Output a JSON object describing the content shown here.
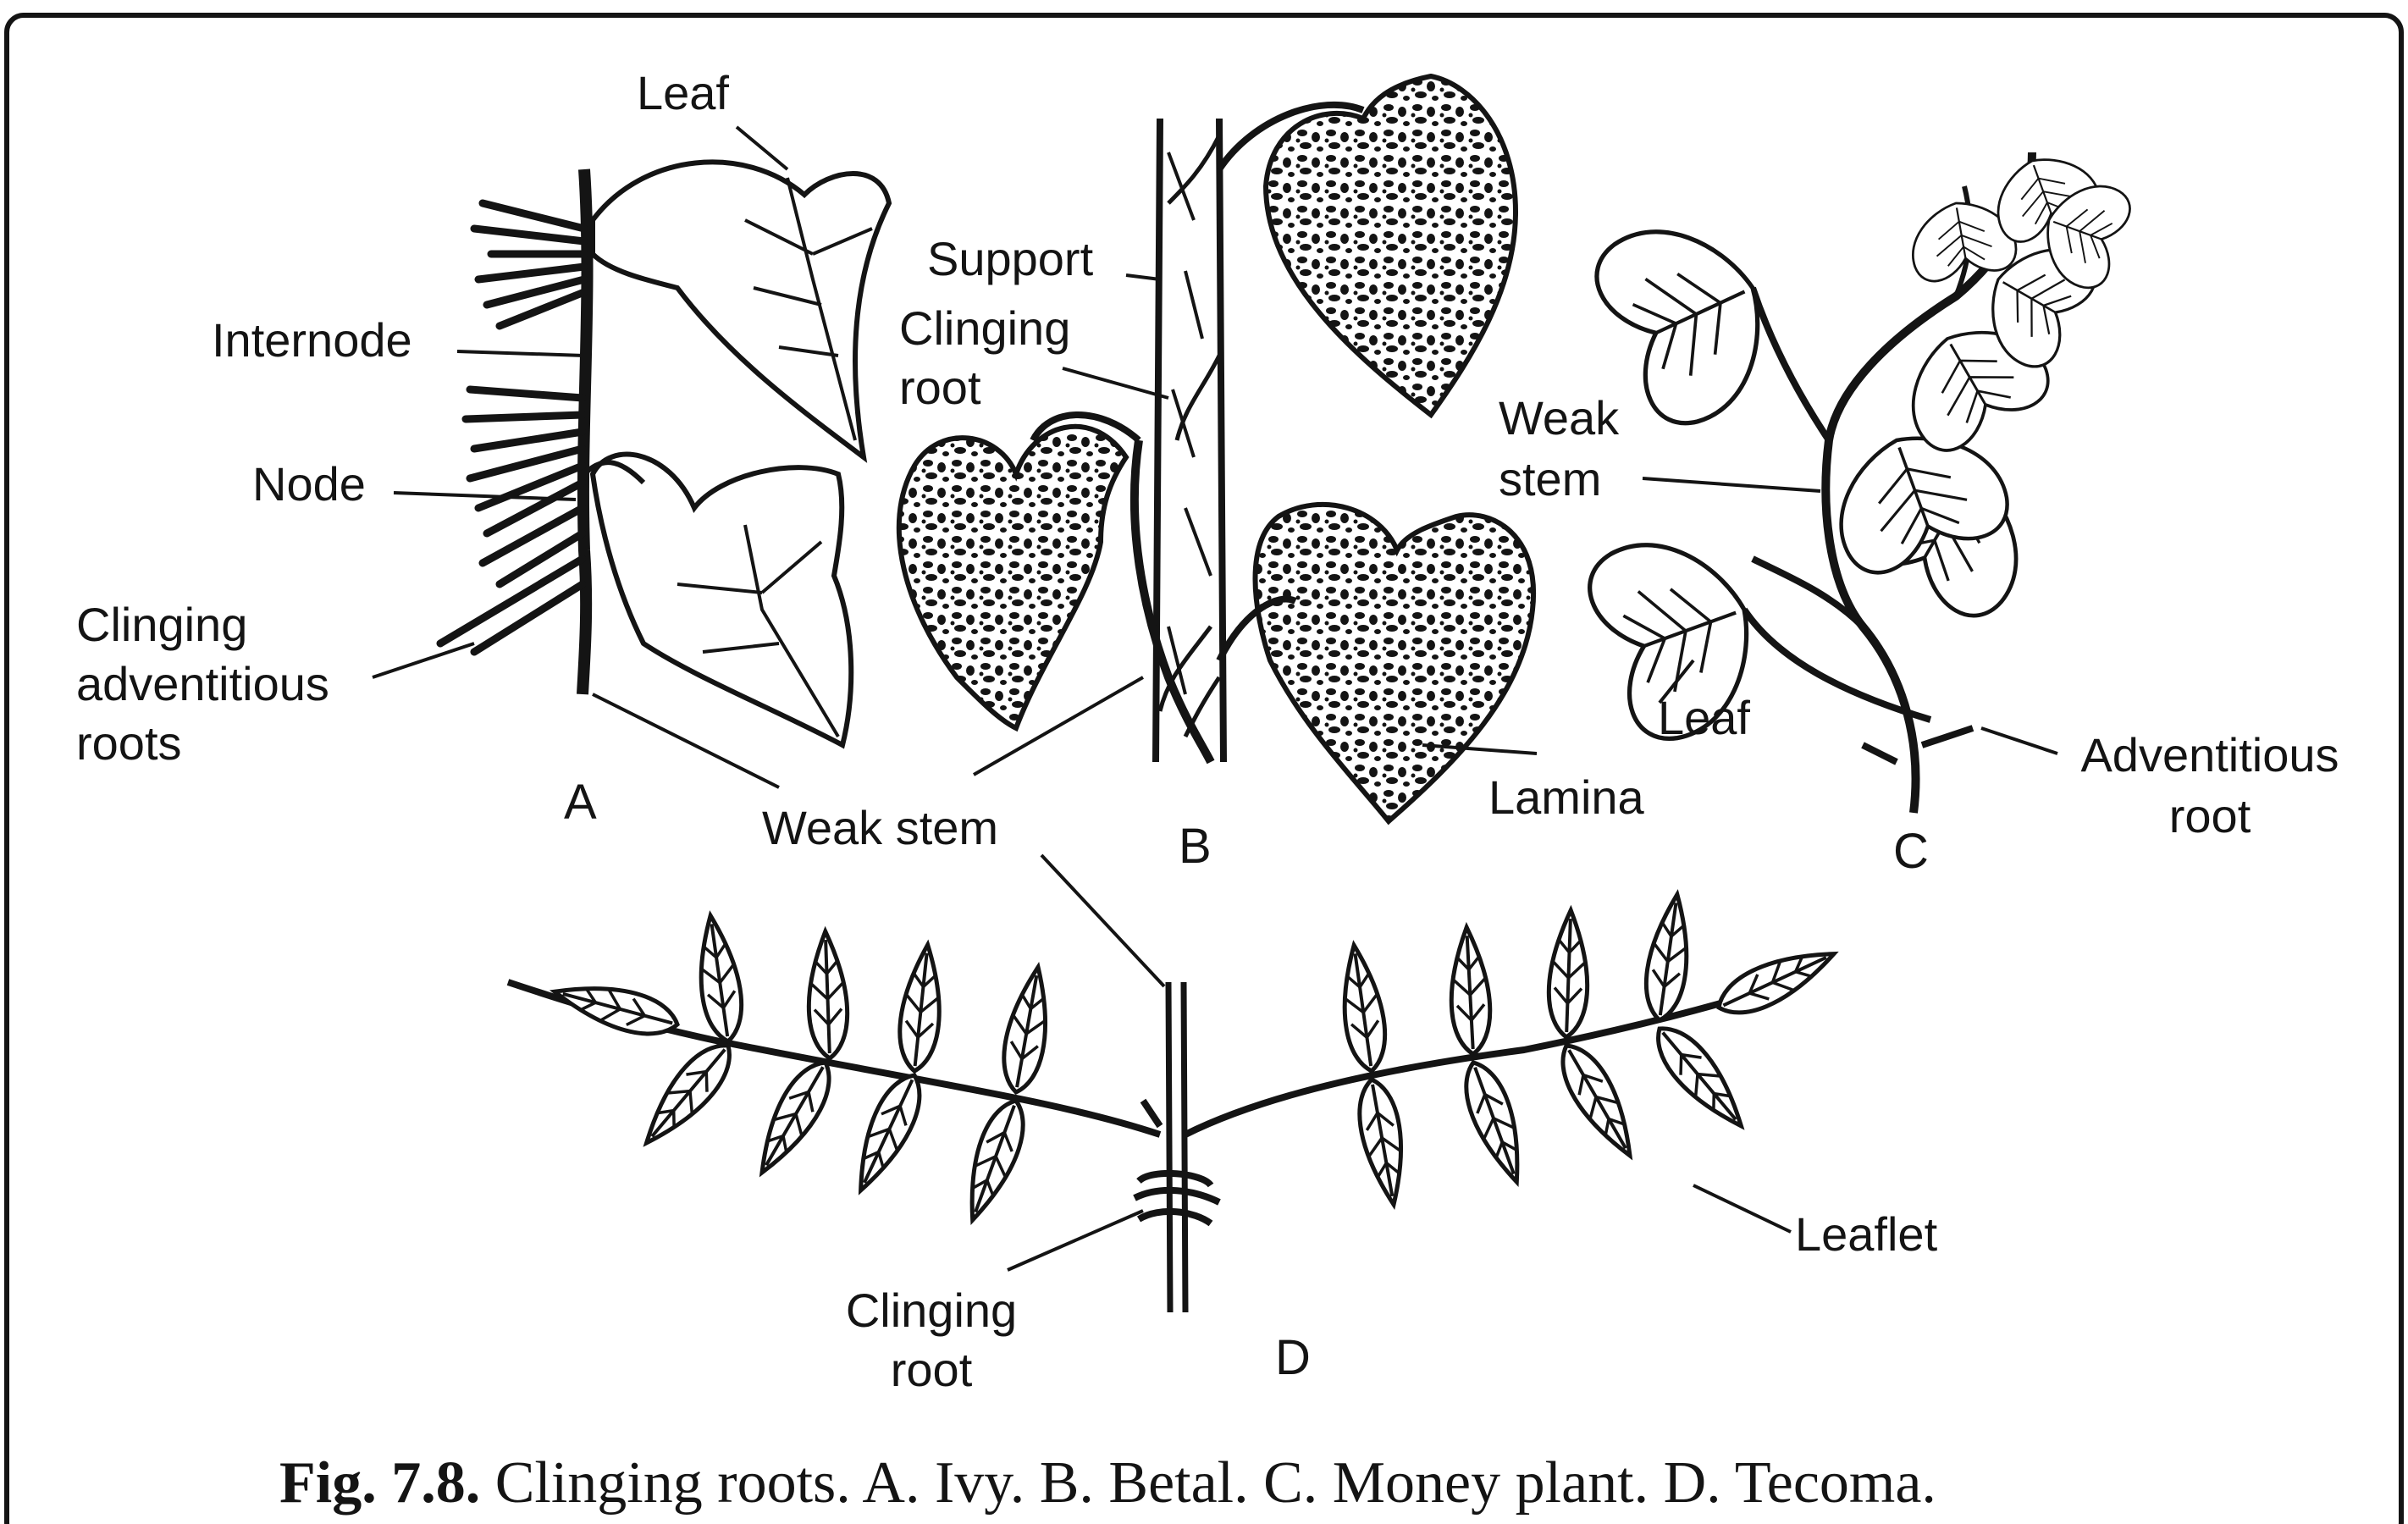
{
  "figure": {
    "caption_label": "Fig. 7.8.",
    "caption_text": "Clinging roots. A. Ivy. B. Betal. C. Money plant. D. Tecoma."
  },
  "panel_a": {
    "letter": "A",
    "leaf": "Leaf",
    "internode": "Internode",
    "node": "Node",
    "clinging_adventitious_roots": [
      "Clinging",
      "adventitious",
      "roots"
    ]
  },
  "panel_b": {
    "letter": "B",
    "support": "Support",
    "clinging_root": [
      "Clinging",
      "root"
    ],
    "lamina": "Lamina"
  },
  "shared": {
    "weak_stem": "Weak stem"
  },
  "panel_c": {
    "letter": "C",
    "weak_stem": [
      "Weak",
      "stem"
    ],
    "leaf": "Leaf",
    "adventitious_root": [
      "Adventitious",
      "root"
    ]
  },
  "panel_d": {
    "letter": "D",
    "clinging_root": [
      "Clinging",
      "root"
    ],
    "leaflet": "Leaflet"
  },
  "style": {
    "ink": "#141414",
    "paper": "#ffffff"
  }
}
